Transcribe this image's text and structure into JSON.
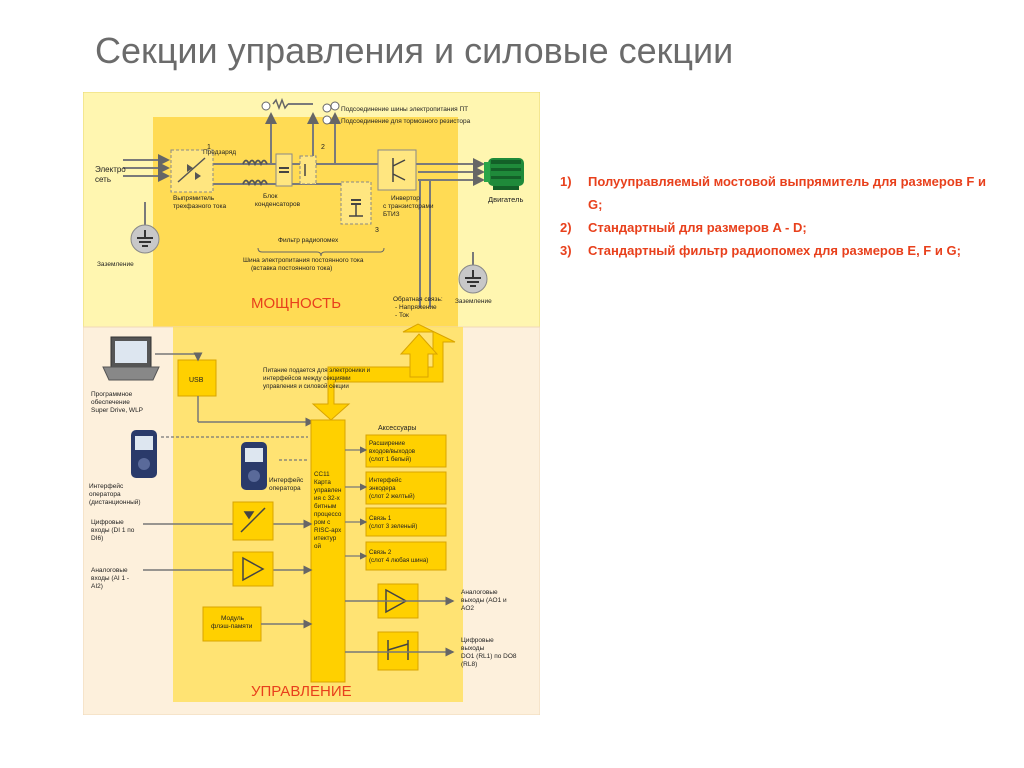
{
  "page": {
    "title": "Секции управления и силовые секции"
  },
  "legend": [
    {
      "num": "1)",
      "text": "Полууправляемый мостовой выпрямитель для размеров F и G;"
    },
    {
      "num": "2)",
      "text": "Стандартный для размеров A - D;"
    },
    {
      "num": "3)",
      "text": "Стандартный фильтр радиопомех для размеров E, F и G;"
    }
  ],
  "power": {
    "section_label": "МОЩНОСТЬ",
    "dc_bus_line1": "Подсоединение шины электропитания ПТ",
    "dc_bus_line2": "Подсоединение для тормозного резистора",
    "mains_line1": "Электро",
    "mains_line2": "сеть",
    "precharge": "Предзаряд",
    "rectifier_line1": "Выпрямитель",
    "rectifier_line2": "трехфазного тока",
    "capacitors_line1": "Блок",
    "capacitors_line2": "конденсаторов",
    "inverter_line1": "Инвертор",
    "inverter_line2": "с транзисторами",
    "inverter_line3": "БТИЗ",
    "motor": "Двигатель",
    "rfi_filter": "Фильтр радиопомех",
    "dc_bus_desc_line1": "Шина электропитания постоянного тока",
    "dc_bus_desc_line2": "(вставка постоянного тока)",
    "ground_left": "Заземление",
    "ground_right": "Заземление",
    "feedback_line1": "Обратная связь:",
    "feedback_line2": "- Напряжение",
    "feedback_line3": "- Ток",
    "marker1": "1",
    "marker2": "2",
    "marker3": "3"
  },
  "control": {
    "section_label": "УПРАВЛЕНИЕ",
    "software_line1": "Программное",
    "software_line2": "обеспечение",
    "software_line3": "Super Drive, WLP",
    "usb": "USB",
    "supply_line1": "Питание подается для электроники и",
    "supply_line2": "интерфейсов между секциями",
    "supply_line3": "управления и силовой секции",
    "remote_op_line1": "Интерфейс",
    "remote_op_line2": "оператора",
    "remote_op_line3": "(дистанционный)",
    "local_op_line1": "Интерфейс",
    "local_op_line2": "оператора",
    "digital_in_line1": "Цифровые",
    "digital_in_line2": "входы (DI 1 по",
    "digital_in_line3": "DI6)",
    "analog_in_line1": "Аналоговые",
    "analog_in_line2": "входы (AI 1 -",
    "analog_in_line3": "AI2)",
    "flash_line1": "Модуль",
    "flash_line2": "флэш-памяти",
    "cpu_lines": [
      "CC11",
      "Карта",
      "управлен",
      "ия с 32-х",
      "битным",
      "процессо",
      "ром с",
      "RISC-арх",
      "итектур",
      "ой"
    ],
    "accessories": "Аксессуары",
    "acc1_line1": "Расширение",
    "acc1_line2": "входов/выходов",
    "acc1_line3": "(слот 1 белый)",
    "acc2_line1": "Интерфейс",
    "acc2_line2": "энкодера",
    "acc2_line3": "(слот 2 желтый)",
    "acc3_line1": "Связь 1",
    "acc3_line2": "(слот 3 зеленый)",
    "acc4_line1": "Связь 2",
    "acc4_line2": "(слот 4 любая шина)",
    "analog_out_line1": "Аналоговые",
    "analog_out_line2": "выходы (AO1 и",
    "analog_out_line3": "AO2",
    "digital_out_line1": "Цифровые",
    "digital_out_line2": "выходы",
    "digital_out_line3": "DO1 (RL1) по DO8",
    "digital_out_line4": "(RL8)"
  },
  "colors": {
    "yellow": "#ffd000",
    "panel_power": "#fff6b0",
    "panel_control": "#fdf0dc",
    "accent_text": "#e8401c"
  }
}
